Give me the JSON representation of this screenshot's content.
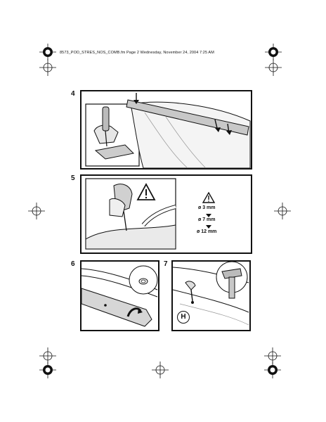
{
  "header": {
    "text": "8573_POD_STRES_NOS_COMB.fm  Page 2  Wednesday, November 24, 2004  7:25 AM"
  },
  "steps": [
    {
      "number": "4"
    },
    {
      "number": "5"
    },
    {
      "number": "6"
    },
    {
      "number": "7"
    }
  ],
  "drill_sizes": [
    "ø 3 mm",
    "ø 7 mm",
    "ø 12 mm"
  ],
  "marker_label": "H",
  "icons": [
    "registration-mark-icon",
    "warning-triangle-icon",
    "arrow-down-icon"
  ]
}
